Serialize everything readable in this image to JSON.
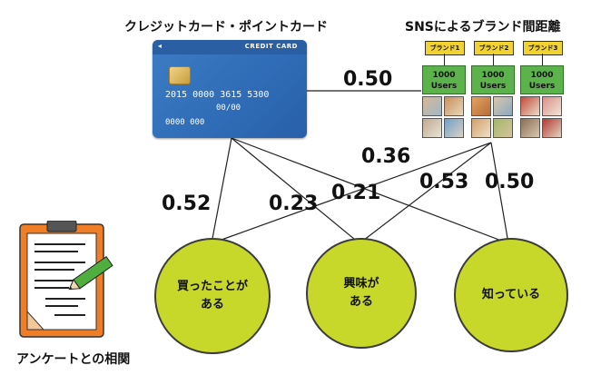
{
  "card_title": "クレジットカード・ポイントカード",
  "sns_title": "SNSによるブランド間距離",
  "survey_label": "アンケートとの相関",
  "card": {
    "label": "CREDIT CARD",
    "number": "2015 0000 3615 5300",
    "expiry": "00/00",
    "name": "0000 000"
  },
  "brands": [
    {
      "tag": "ブランド1",
      "users": "1000\nUsers"
    },
    {
      "tag": "ブランド2",
      "users": "1000\nUsers"
    },
    {
      "tag": "ブランド3",
      "users": "1000\nUsers"
    }
  ],
  "circles": [
    {
      "label": "買ったことが\nある"
    },
    {
      "label": "興味が\nある"
    },
    {
      "label": "知っている"
    }
  ],
  "correlations": {
    "card_brand": "0.50",
    "c1": "0.36",
    "c2": "0.52",
    "c3": "0.23",
    "c4": "0.21",
    "c5": "0.53",
    "c6": "0.50"
  },
  "colors": {
    "circle_fill": "#c7d82a",
    "users_green": "#5db34b",
    "tag_yellow": "#f2d22e",
    "card_blue": "#2f6bb6",
    "clipboard_orange": "#f07e26"
  }
}
